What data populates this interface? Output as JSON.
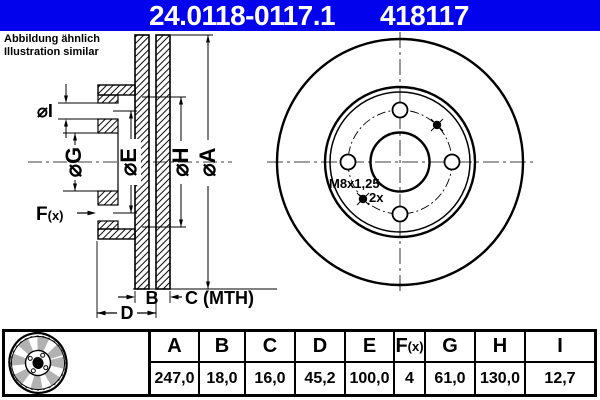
{
  "header": {
    "part_number": "24.0118-0117.1",
    "reference": "418117",
    "bar_color": "#0202ec",
    "text_color": "#ffffff"
  },
  "note": {
    "line1": "Abbildung ähnlich",
    "line2": "Illustration similar"
  },
  "drawing": {
    "section_labels": {
      "dia_i": "⌀I",
      "dia_g": "⌀G",
      "dia_e": "⌀E",
      "dia_h": "⌀H",
      "dia_a": "⌀A",
      "f_main": "F",
      "f_sub": "(x)",
      "b": "B",
      "c": "C (MTH)",
      "d": "D"
    },
    "front_labels": {
      "thread": "M8x1,25",
      "count": "2x"
    }
  },
  "table": {
    "headers": [
      "A",
      "B",
      "C",
      "D",
      "E",
      "F(x)",
      "G",
      "H",
      "I"
    ],
    "fx": {
      "main": "F",
      "sub": "(x)"
    },
    "values": [
      "247,0",
      "18,0",
      "16,0",
      "45,2",
      "100,0",
      "4",
      "61,0",
      "130,0",
      "12,7"
    ]
  }
}
